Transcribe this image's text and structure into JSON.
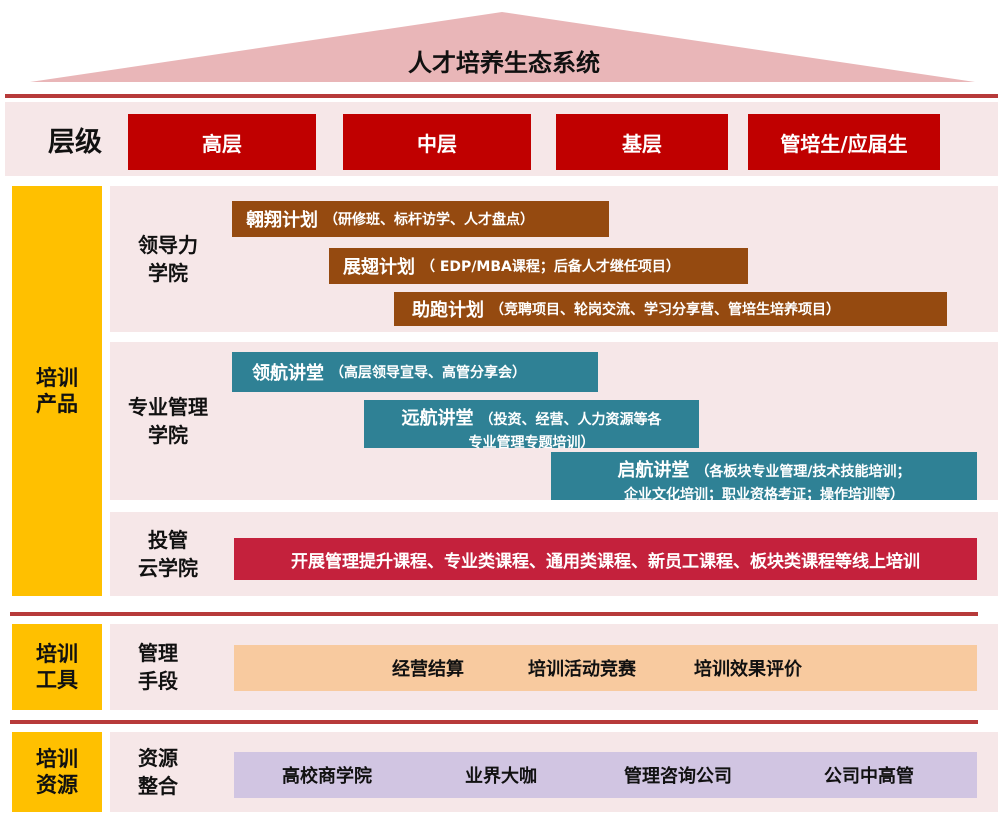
{
  "title": "人才培养生态系统",
  "levels": {
    "label": "层级",
    "items": [
      "高层",
      "中层",
      "基层",
      "管培生/应届生"
    ]
  },
  "training_products": {
    "label": "培训\n产品",
    "leadership": {
      "label": "领导力\n学院",
      "plans": [
        {
          "name": "翱翔计划",
          "detail": "（研修班、标杆访学、人才盘点）"
        },
        {
          "name": "展翅计划",
          "detail": "（ EDP/MBA课程；后备人才继任项目）"
        },
        {
          "name": "助跑计划",
          "detail": "（竞聘项目、轮岗交流、学习分享营、管培生培养项目）"
        }
      ]
    },
    "professional": {
      "label": "专业管理\n学院",
      "lectures": [
        {
          "name": "领航讲堂",
          "detail": "（高层领导宣导、高管分享会）"
        },
        {
          "name": "远航讲堂",
          "detail": "（投资、经营、人力资源等各",
          "detail2": "专业管理专题培训）"
        },
        {
          "name": "启航讲堂",
          "detail": "（各板块专业管理/技术技能培训；",
          "detail2": "企业文化培训；职业资格考证；操作培训等）"
        }
      ]
    },
    "cloud": {
      "label": "投管\n云学院",
      "text": "开展管理提升课程、专业类课程、通用类课程、新员工课程、板块类课程等线上培训"
    }
  },
  "training_tools": {
    "label": "培训\n工具",
    "sub": "管理\n手段",
    "items": [
      "经营结算",
      "培训活动竞赛",
      "培训效果评价"
    ]
  },
  "training_resources": {
    "label": "培训\n资源",
    "sub": "资源\n整合",
    "items": [
      "高校商学院",
      "业界大咖",
      "管理咨询公司",
      "公司中高管"
    ]
  },
  "colors": {
    "roof": "#e9b6b8",
    "rule": "#b73a3a",
    "band": "#f6e7e8",
    "level_box": "#c00000",
    "category": "#ffc000",
    "leadership_bar": "#954a10",
    "professional_bar": "#2f8195",
    "cloud_bar": "#c4213c",
    "tools_bar": "#f8ca9f",
    "resources_bar": "#d1c5e2"
  }
}
